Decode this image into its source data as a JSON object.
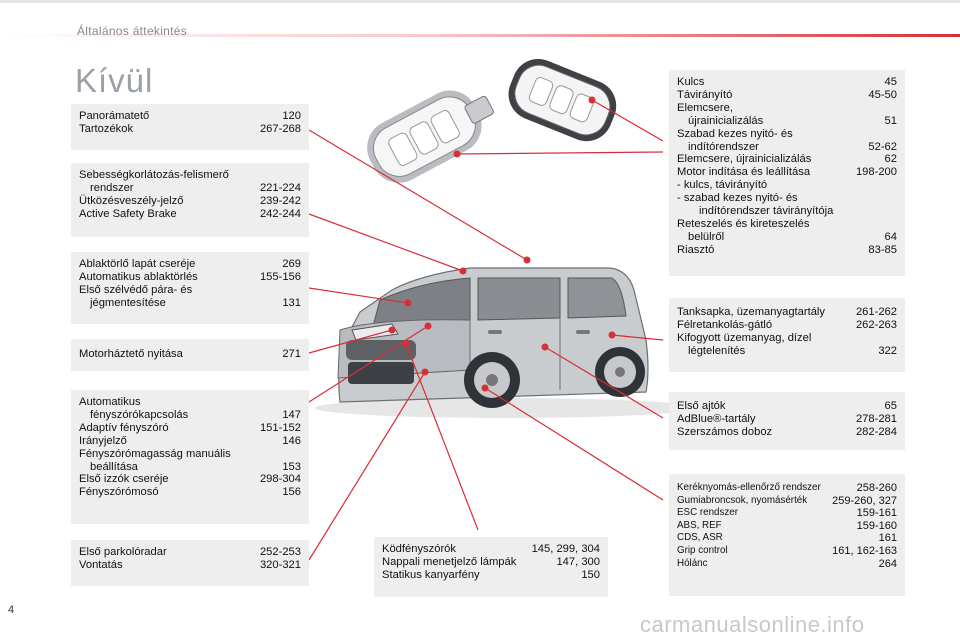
{
  "header": {
    "section": "Általános áttekintés",
    "title": "Kívül"
  },
  "page_number": "4",
  "watermark": "carmanualsonline.info",
  "colors": {
    "accent": "#d62f37",
    "box_bg": "#eeeeef",
    "title_gray": "#9aa0a6"
  },
  "boxes": {
    "roof": [
      {
        "text": "Panorámatető",
        "page": "120"
      },
      {
        "text": "Tartozékok",
        "page": "267-268"
      }
    ],
    "safety": [
      {
        "text": "Sebességkorlátozás-felismerő",
        "cont": "rendszer",
        "page": "221-224"
      },
      {
        "text": "Ütközésveszély-jelző",
        "page": "239-242"
      },
      {
        "text": "Active Safety Brake",
        "page": "242-244"
      }
    ],
    "wipers": [
      {
        "text": "Ablaktörlő lapát cseréje",
        "page": "269"
      },
      {
        "text": "Automatikus ablaktörlés",
        "page": "155-156"
      },
      {
        "text": "Első szélvédő pára- és",
        "cont": "jégmentesítése",
        "page": "131"
      }
    ],
    "bonnet": [
      {
        "text": "Motorháztető nyitása",
        "page": "271"
      }
    ],
    "lights": [
      {
        "text": "Automatikus",
        "cont": "fényszórókapcsolás",
        "page": "147"
      },
      {
        "text": "Adaptív fényszóró",
        "page": "151-152"
      },
      {
        "text": "Irányjelző",
        "page": "146"
      },
      {
        "text": "Fényszórómagasság manuális",
        "cont": "beállítása",
        "page": "153"
      },
      {
        "text": "Első izzók cseréje",
        "page": "298-304"
      },
      {
        "text": "Fényszórómosó",
        "page": "156"
      }
    ],
    "parking": [
      {
        "text": "Első parkolóradar",
        "page": "252-253"
      },
      {
        "text": "Vontatás",
        "page": "320-321"
      }
    ],
    "fog": [
      {
        "text": "Ködfényszórók",
        "page": "145, 299, 304"
      },
      {
        "text": "Nappali menetjelző lámpák",
        "page": "147, 300"
      },
      {
        "text": "Statikus kanyarfény",
        "page": "150"
      }
    ],
    "key": [
      {
        "text": "Kulcs",
        "page": "45"
      },
      {
        "text": "Távirányító",
        "page": "45-50"
      },
      {
        "text": "Elemcsere,",
        "cont": "újrainicializálás",
        "page": "51"
      },
      {
        "text": "Szabad kezes nyitó- és",
        "cont": "indítórendszer",
        "page": "52-62"
      },
      {
        "text": "Elemcsere, újrainicializálás",
        "page": "62"
      },
      {
        "text": "Motor indítása és leállítása",
        "page": "198-200"
      },
      {
        "text": "-   kulcs, távirányító",
        "page": ""
      },
      {
        "text": "-   szabad kezes nyitó- és",
        "page": ""
      },
      {
        "text": "indítórendszer távirányítója",
        "page": "",
        "indent": true
      },
      {
        "text": "Reteszelés és kireteszelés",
        "cont": "belülről",
        "page": "64"
      },
      {
        "text": "Riasztó",
        "page": "83-85"
      }
    ],
    "fuel": [
      {
        "text": "Tanksapka, üzemanyagtartály",
        "page": "261-262"
      },
      {
        "text": "Félretankolás-gátló",
        "page": "262-263"
      },
      {
        "text": "Kifogyott üzemanyag, dízel",
        "cont": "légtelenítés",
        "page": "322"
      }
    ],
    "doors": [
      {
        "text": "Első ajtók",
        "page": "65"
      },
      {
        "text": "AdBlue®-tartály",
        "page": "278-281"
      },
      {
        "text": "Szerszámos doboz",
        "page": "282-284"
      }
    ],
    "tyres": [
      {
        "text": "Keréknyomás-ellenőrző rendszer",
        "page": "258-260"
      },
      {
        "text": "Gumiabroncsok, nyomásérték",
        "page": "259-260, 327"
      },
      {
        "text": "ESC rendszer",
        "page": "159-161"
      },
      {
        "text": "ABS, REF",
        "page": "159-160"
      },
      {
        "text": "CDS, ASR",
        "page": "161"
      },
      {
        "text": "Grip control",
        "page": "161, 162-163"
      },
      {
        "text": "Hólánc",
        "page": "264"
      }
    ]
  }
}
